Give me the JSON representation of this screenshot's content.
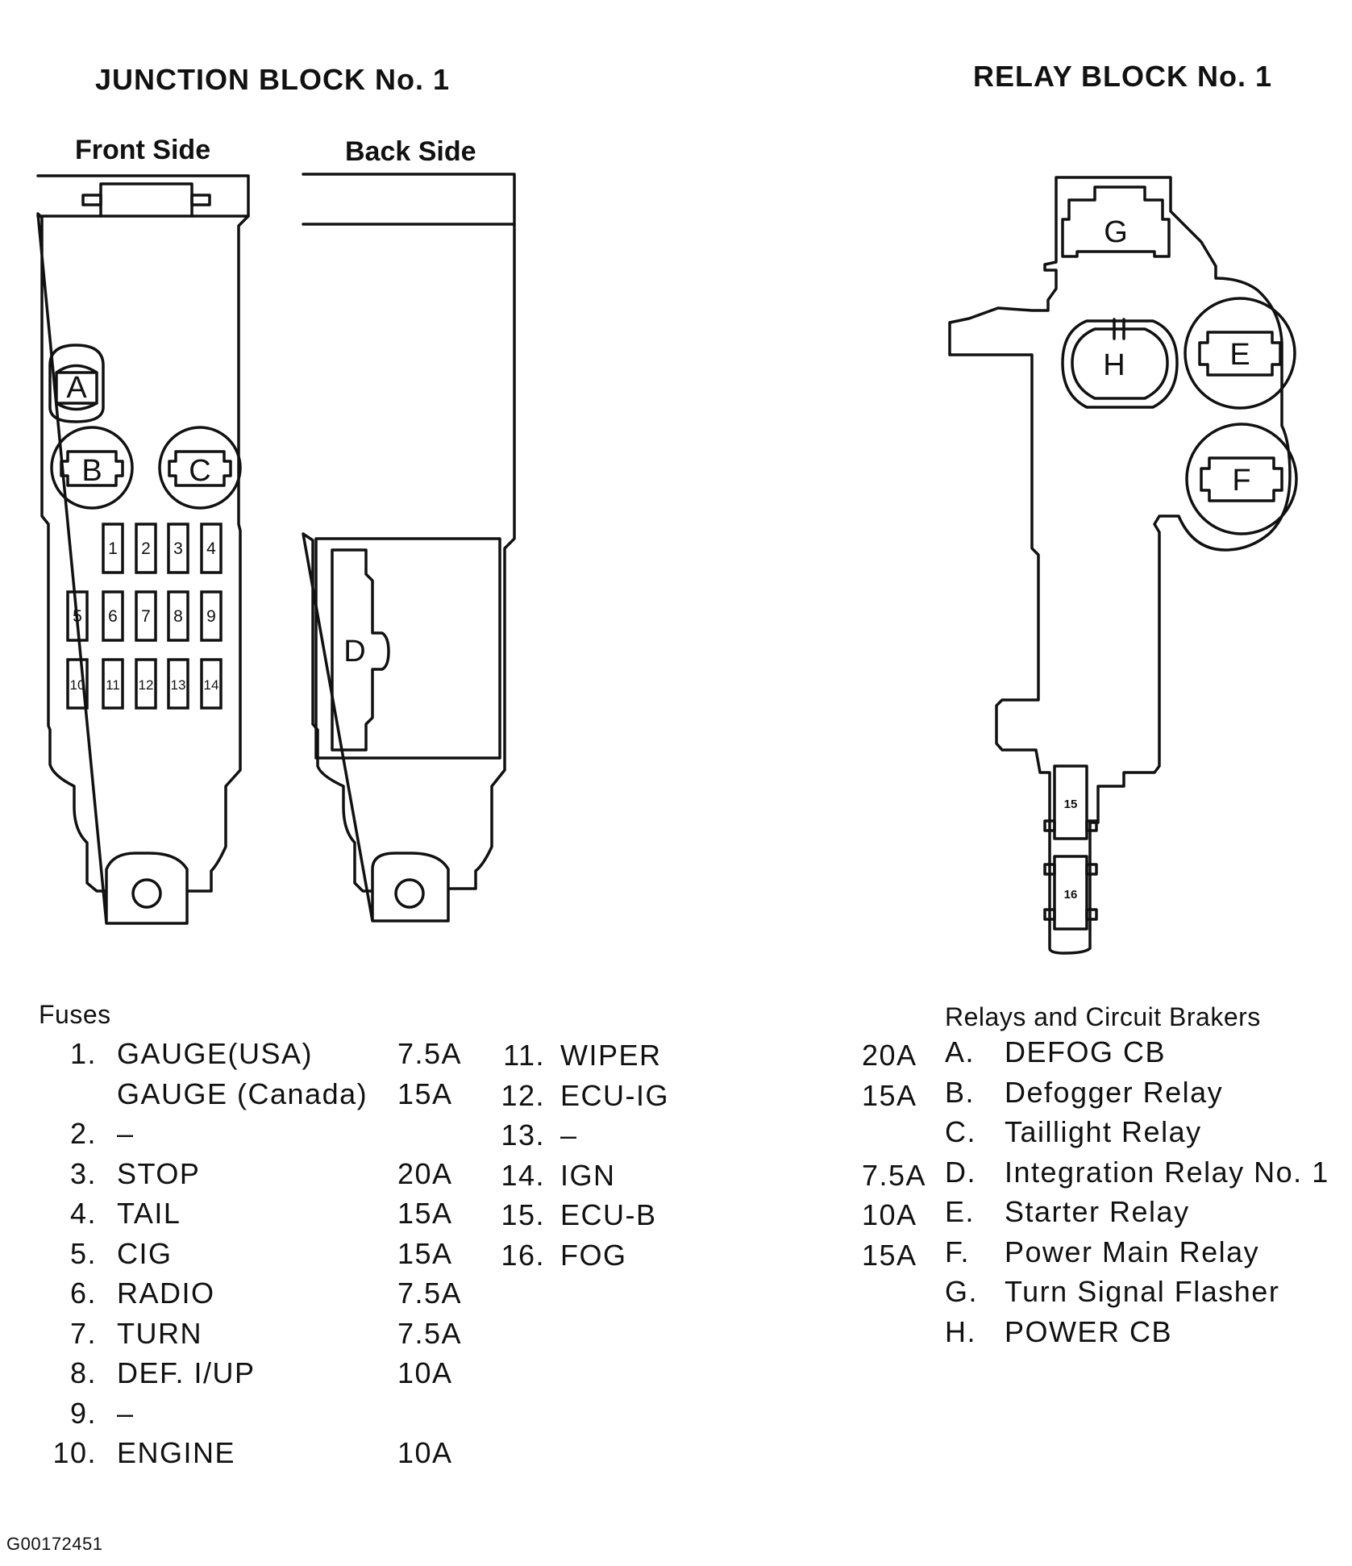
{
  "junction_block": {
    "title": "JUNCTION BLOCK No. 1",
    "front_label": "Front Side",
    "back_label": "Back Side",
    "front_components": [
      "A",
      "B",
      "C"
    ],
    "back_components": [
      "D"
    ],
    "fuse_numbers": [
      "1",
      "2",
      "3",
      "4",
      "5",
      "6",
      "7",
      "8",
      "9",
      "10",
      "11",
      "12",
      "13",
      "14"
    ]
  },
  "relay_block": {
    "title": "RELAY BLOCK No. 1",
    "components": [
      "G",
      "H",
      "E",
      "F"
    ],
    "fuse_numbers": [
      "15",
      "16"
    ]
  },
  "fuses": {
    "heading": "Fuses",
    "left": [
      {
        "num": "1.",
        "name": "GAUGE(USA)",
        "amp": "7.5A"
      },
      {
        "num": "",
        "name": "GAUGE (Canada)",
        "amp": "15A"
      },
      {
        "num": "2.",
        "name": "–",
        "amp": ""
      },
      {
        "num": "3.",
        "name": "STOP",
        "amp": "20A"
      },
      {
        "num": "4.",
        "name": "TAIL",
        "amp": "15A"
      },
      {
        "num": "5.",
        "name": "CIG",
        "amp": "15A"
      },
      {
        "num": "6.",
        "name": "RADIO",
        "amp": "7.5A"
      },
      {
        "num": "7.",
        "name": "TURN",
        "amp": "7.5A"
      },
      {
        "num": "8.",
        "name": "DEF. I/UP",
        "amp": "10A"
      },
      {
        "num": "9.",
        "name": "–",
        "amp": ""
      },
      {
        "num": "10.",
        "name": "ENGINE",
        "amp": "10A"
      }
    ],
    "right": [
      {
        "num": "11.",
        "name": "WIPER",
        "amp": "20A"
      },
      {
        "num": "12.",
        "name": "ECU-IG",
        "amp": "15A"
      },
      {
        "num": "13.",
        "name": "–",
        "amp": ""
      },
      {
        "num": "14.",
        "name": "IGN",
        "amp": "7.5A"
      },
      {
        "num": "15.",
        "name": "ECU-B",
        "amp": "10A"
      },
      {
        "num": "16.",
        "name": "FOG",
        "amp": "15A"
      }
    ]
  },
  "relays": {
    "heading": "Relays and Circuit Brakers",
    "items": [
      {
        "letter": "A.",
        "name": "DEFOG CB"
      },
      {
        "letter": "B.",
        "name": "Defogger Relay"
      },
      {
        "letter": "C.",
        "name": "Taillight Relay"
      },
      {
        "letter": "D.",
        "name": "Integration Relay No. 1"
      },
      {
        "letter": "E.",
        "name": "Starter Relay"
      },
      {
        "letter": "F.",
        "name": "Power Main Relay"
      },
      {
        "letter": "G.",
        "name": "Turn Signal Flasher"
      },
      {
        "letter": "H.",
        "name": "POWER CB"
      }
    ]
  },
  "figure_code": "G00172451"
}
